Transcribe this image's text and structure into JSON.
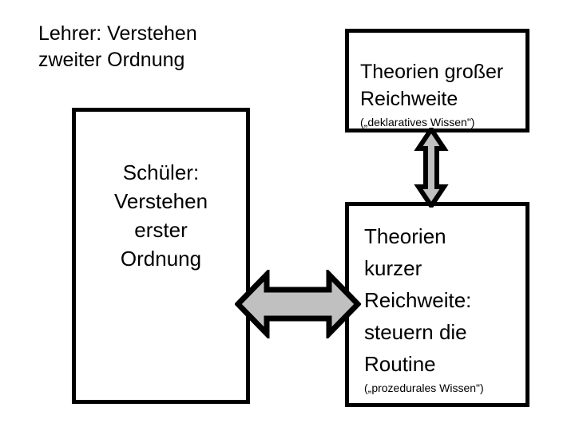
{
  "slide": {
    "title": "Lehrer: Verstehen\nzweiter Ordnung",
    "background_color": "#FFFFFF",
    "text_color": "#000000"
  },
  "boxes": {
    "left": {
      "name": "schueler-box",
      "text": "Schüler:\nVerstehen\nerster\nOrdnung",
      "fill_color": "#FFFFFF",
      "border_color": "#000000"
    },
    "top_right": {
      "name": "theorien-grosser-reichweite-box",
      "main_text": "Theorien großer\nReichweite",
      "sub_text": "(„deklaratives Wissen\")",
      "fill_color": "#FFFFFF",
      "border_color": "#000000"
    },
    "bottom_right": {
      "name": "theorien-kurzer-reichweite-box",
      "main_text": "Theorien\nkurzer\nReichweite:\nsteuern die\nRoutine",
      "sub_text": "(„prozedurales Wissen\")",
      "fill_color": "#FFFFFF",
      "border_color": "#000000"
    }
  },
  "arrows": {
    "vertical": {
      "name": "double-arrow-vertical",
      "direction": "up-down",
      "fill_color": "#C0C0C0",
      "outline_color": "#000000",
      "connects": [
        "theorien-grosser-reichweite-box",
        "theorien-kurzer-reichweite-box"
      ]
    },
    "horizontal": {
      "name": "double-arrow-horizontal",
      "direction": "left-right",
      "fill_color": "#C0C0C0",
      "outline_color": "#000000",
      "connects": [
        "schueler-box",
        "theorien-kurzer-reichweite-box"
      ]
    }
  }
}
